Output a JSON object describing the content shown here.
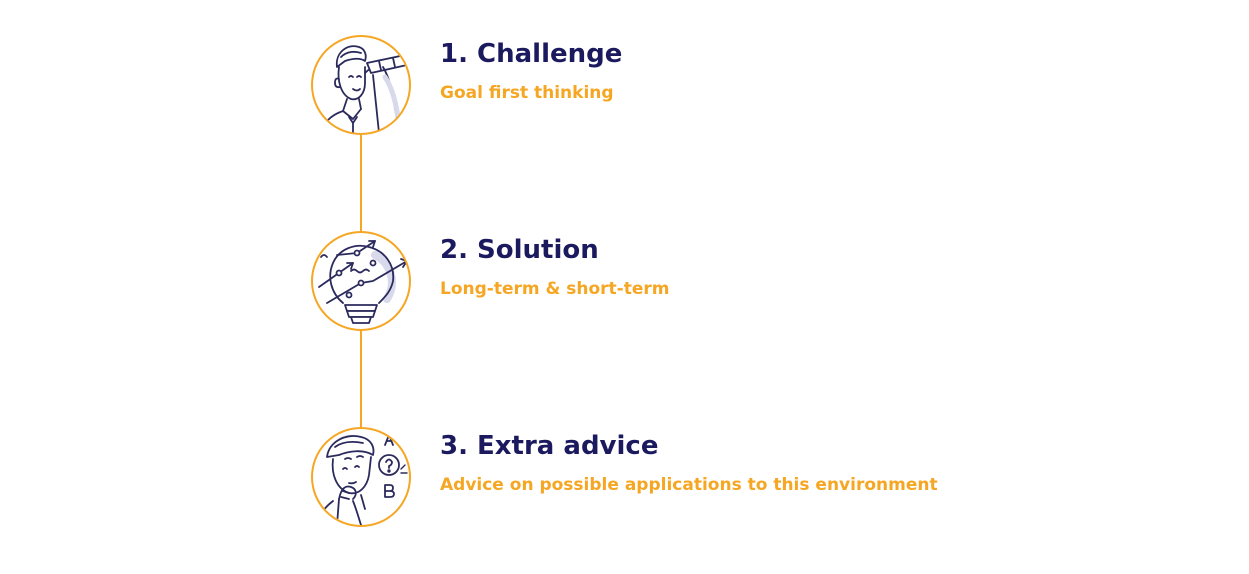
{
  "steps": [
    {
      "title": "1. Challenge",
      "subtitle": "Goal first thinking",
      "icon": "person-with-telescope-icon"
    },
    {
      "title": "2. Solution",
      "subtitle": "Long-term & short-term",
      "icon": "lightbulb-with-arrows-icon"
    },
    {
      "title": "3. Extra advice",
      "subtitle": "Advice on possible applications to this environment",
      "icon": "thinking-person-icon"
    }
  ],
  "colors": {
    "accent": "#f5a623",
    "heading": "#1c1a5e",
    "illustration_stroke": "#2b2a5c"
  }
}
